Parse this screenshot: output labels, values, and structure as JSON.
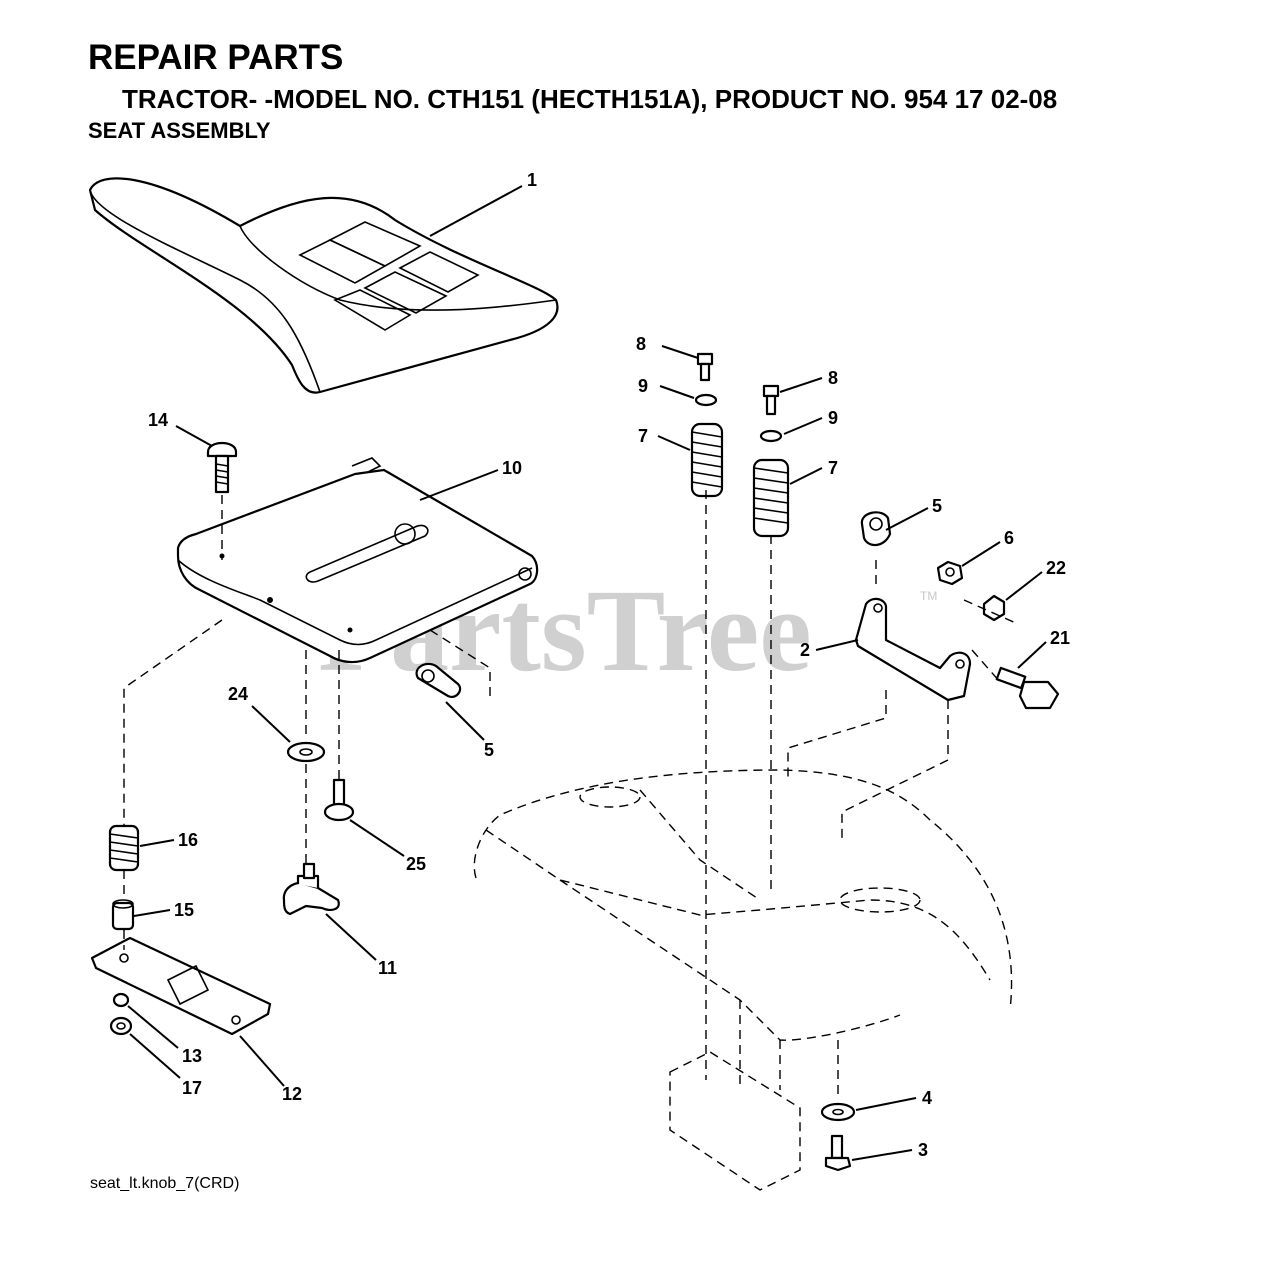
{
  "header": {
    "title": "REPAIR PARTS",
    "model_line": "TRACTOR- -MODEL NO. CTH151 (HECTH151A), PRODUCT NO. 954 17 02-08",
    "section": "SEAT ASSEMBLY"
  },
  "watermark": {
    "text": "PartsTree",
    "tm": "TM"
  },
  "footer": {
    "file_ref": "seat_lt.knob_7(CRD)"
  },
  "callouts": {
    "c1": "1",
    "c14": "14",
    "c10": "10",
    "c24": "24",
    "c5a": "5",
    "c16": "16",
    "c25": "25",
    "c15": "15",
    "c11": "11",
    "c13": "13",
    "c17": "17",
    "c12": "12",
    "c8a": "8",
    "c9a": "9",
    "c7a": "7",
    "c8b": "8",
    "c9b": "9",
    "c7b": "7",
    "c5b": "5",
    "c6": "6",
    "c22": "22",
    "c2": "2",
    "c21": "21",
    "c4": "4",
    "c3": "3"
  }
}
